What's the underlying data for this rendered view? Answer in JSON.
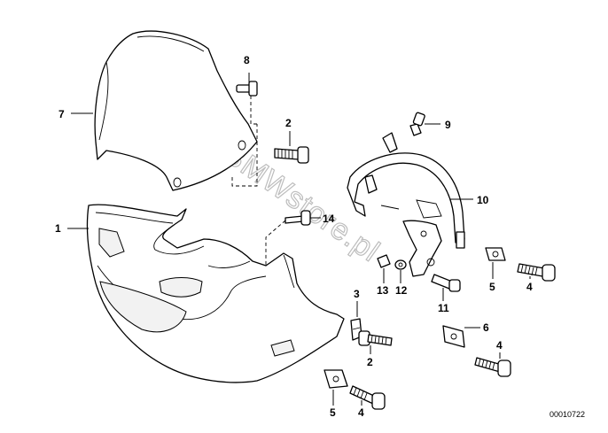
{
  "diagram": {
    "diagram_id": "00010722",
    "watermark": "www.BMWstore.pl",
    "callouts": {
      "c1": "1",
      "c2a": "2",
      "c2b": "2",
      "c3": "3",
      "c4a": "4",
      "c4b": "4",
      "c4c": "4",
      "c5a": "5",
      "c5b": "5",
      "c6": "6",
      "c7": "7",
      "c8": "8",
      "c9": "9",
      "c10": "10",
      "c11": "11",
      "c12": "12",
      "c13": "13",
      "c14": "14"
    }
  }
}
